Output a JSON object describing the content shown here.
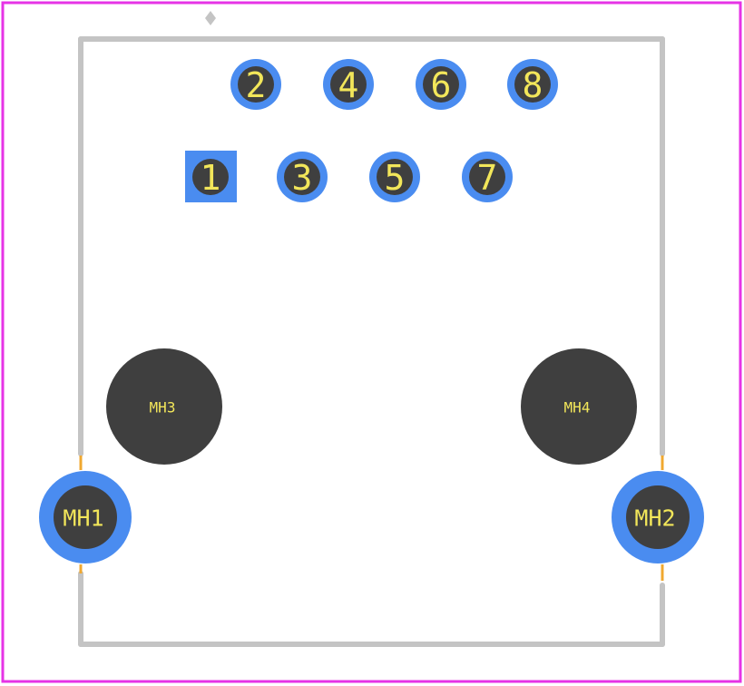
{
  "colors": {
    "background": "#ffffff",
    "courtyard": "#e633e6",
    "silkscreen": "#c4c4c4",
    "copper_pad": "#4a8cf0",
    "drill_hole": "#3f3f3f",
    "label_text": "#f2e65a",
    "fab_outline": "#f0a830"
  },
  "pins": [
    {
      "label": "1",
      "shape": "square"
    },
    {
      "label": "2",
      "shape": "round"
    },
    {
      "label": "3",
      "shape": "round"
    },
    {
      "label": "4",
      "shape": "round"
    },
    {
      "label": "5",
      "shape": "round"
    },
    {
      "label": "6",
      "shape": "round"
    },
    {
      "label": "7",
      "shape": "round"
    },
    {
      "label": "8",
      "shape": "round"
    }
  ],
  "mounting_holes": [
    {
      "label": "MH1",
      "plated": true
    },
    {
      "label": "MH2",
      "plated": true
    },
    {
      "label": "MH3",
      "plated": false
    },
    {
      "label": "MH4",
      "plated": false
    }
  ]
}
